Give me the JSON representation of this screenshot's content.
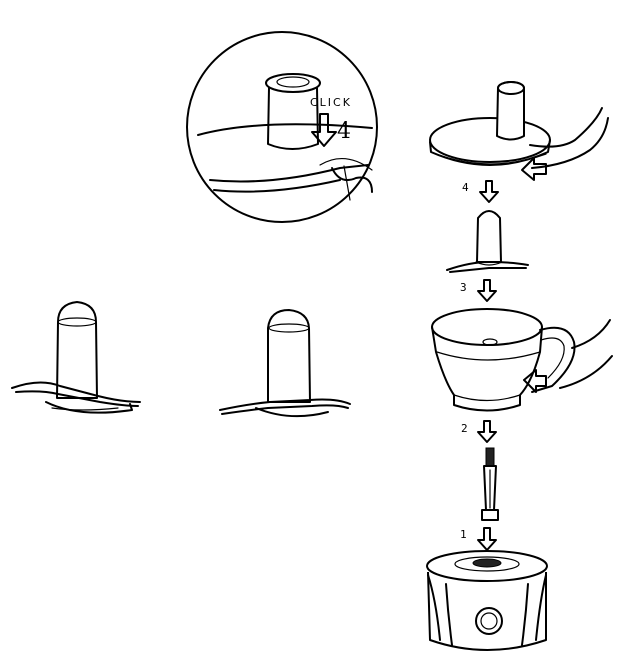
{
  "detail": {
    "click_label": "CLICK",
    "step_label": "4"
  },
  "steps": [
    {
      "id": "step-4",
      "label": "4"
    },
    {
      "id": "step-3",
      "label": "3"
    },
    {
      "id": "step-2",
      "label": "2"
    },
    {
      "id": "step-1",
      "label": "1"
    }
  ]
}
